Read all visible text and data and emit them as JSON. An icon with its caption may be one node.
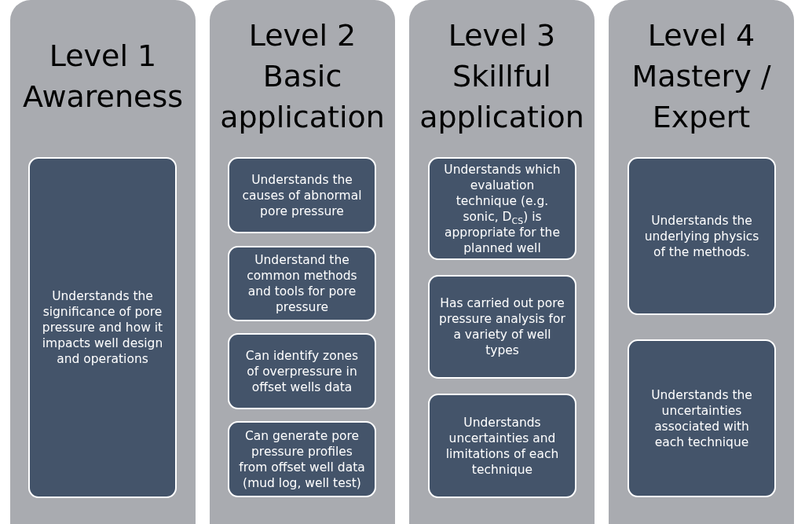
{
  "diagram": {
    "nodes": [
      {
        "text": [
          "Level 1",
          "Awareness"
        ]
      },
      {
        "text": [
          "Understands the significance of pore pressure and how it impacts well design and operations"
        ],
        "in": 0
      },
      {
        "text": [
          "Level 2",
          "Basic application"
        ]
      },
      {
        "text": [
          "Understands the causes of abnormal pore pressure"
        ],
        "in": 2
      },
      {
        "text": [
          "Understand the common methods and tools for pore pressure"
        ],
        "in": 2
      },
      {
        "text": [
          "Can identify zones of overpressure in offset wells data"
        ],
        "in": 2
      },
      {
        "text": [
          "Can generate pore pressure profiles from offset well data (mud log, well test)"
        ],
        "in": 2
      },
      {
        "text": [
          "Level 3",
          "Skillful application"
        ]
      },
      {
        "text": [
          "Understands which evaluation technique (e.g. sonic, D$_{CS}$) is appropriate for the planned well"
        ],
        "in": 7
      },
      {
        "text": [
          "Has carried out pore pressure analysis for a variety of well types"
        ],
        "in": 7
      },
      {
        "text": [
          "Understands uncertainties and limitations of each technique"
        ],
        "in": 7
      },
      {
        "text": [
          "Level 4",
          "Mastery / Expert"
        ]
      },
      {
        "text": [
          "Understands the underlying physics of the methods."
        ],
        "in": 11
      },
      {
        "text": [
          "Understands the uncertainties associated with each technique"
        ],
        "in": 11
      }
    ]
  }
}
